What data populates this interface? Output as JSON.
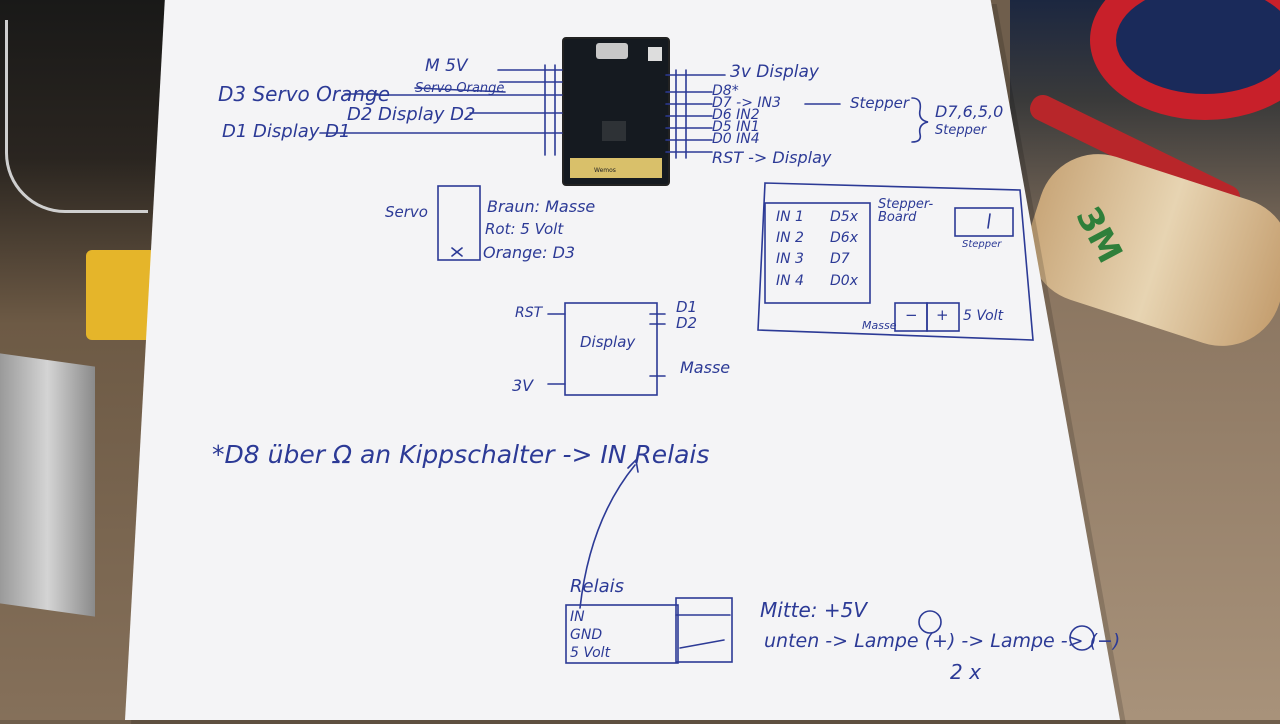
{
  "photo": {
    "subject": "hand-drawn wiring diagram on paper",
    "colors": {
      "ink": "#2c3a96",
      "paper": "#f4f4f6",
      "desk": "#7a6650",
      "tape": "#c8202a"
    }
  },
  "board": {
    "silkscreen": "Wemos"
  },
  "left_pins": [
    "M 5V",
    "Servo Orange",
    "D3 Servo Orange",
    "D2 Display D2",
    "D1 Display D1"
  ],
  "right_pins": [
    "3v Display",
    "D8*",
    "D7 -> IN3",
    "D6 IN2",
    "D5 IN1",
    "D0 IN4",
    "RST -> Display"
  ],
  "stepper_note": {
    "label": "Stepper",
    "pins": "D7,6,5,0",
    "sub": "Stepper"
  },
  "servo": {
    "name": "Servo",
    "wires": [
      "Braun: Masse",
      "Rot: 5 Volt",
      "Orange: D3"
    ]
  },
  "display": {
    "name": "Display",
    "pins": [
      "RST",
      "3V",
      "D1",
      "D2",
      "Masse"
    ]
  },
  "stepper_board": {
    "title": "Stepper-Board",
    "rows": [
      {
        "in": "IN 1",
        "d": "D5x"
      },
      {
        "in": "IN 2",
        "d": "D6x"
      },
      {
        "in": "IN 3",
        "d": "D7"
      },
      {
        "in": "IN 4",
        "d": "D0x"
      }
    ],
    "stepper_label": "Stepper",
    "minus": "−",
    "plus": "+",
    "masse_label": "Masse",
    "volt_label": "5 Volt"
  },
  "note": "*D8 über Ω an Kippschalter -> IN Relais",
  "relay": {
    "title": "Relais",
    "pins": [
      "IN",
      "GND",
      "5 Volt"
    ],
    "note_lines": [
      "Mitte: +5V",
      "unten -> Lampe (+) -> Lampe -> (−)"
    ],
    "count": "2 x"
  }
}
